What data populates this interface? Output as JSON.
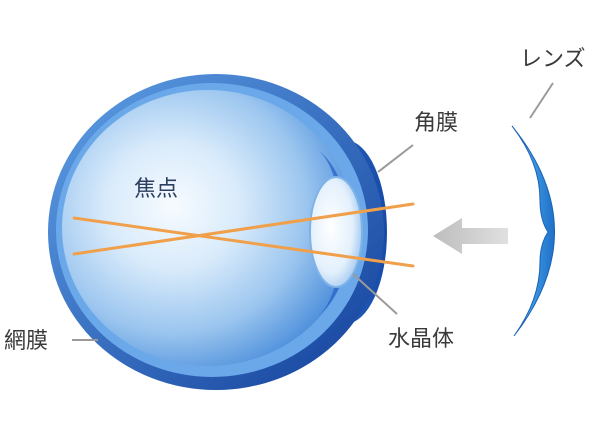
{
  "labels": {
    "lens": "レンズ",
    "cornea": "角膜",
    "focus": "焦点",
    "crystalline_lens": "水晶体",
    "retina": "網膜"
  },
  "colors": {
    "eye_outer": "#1d55b8",
    "eye_inner": "#3f86dc",
    "eye_center": "#f4f9ff",
    "contact_lens": "#2f8fdc",
    "light_ray": "#f0a04a",
    "arrow": "#c9c9c9",
    "leader": "#9a9a9a"
  },
  "icons": {
    "direction_arrow": "left-arrow-icon"
  }
}
